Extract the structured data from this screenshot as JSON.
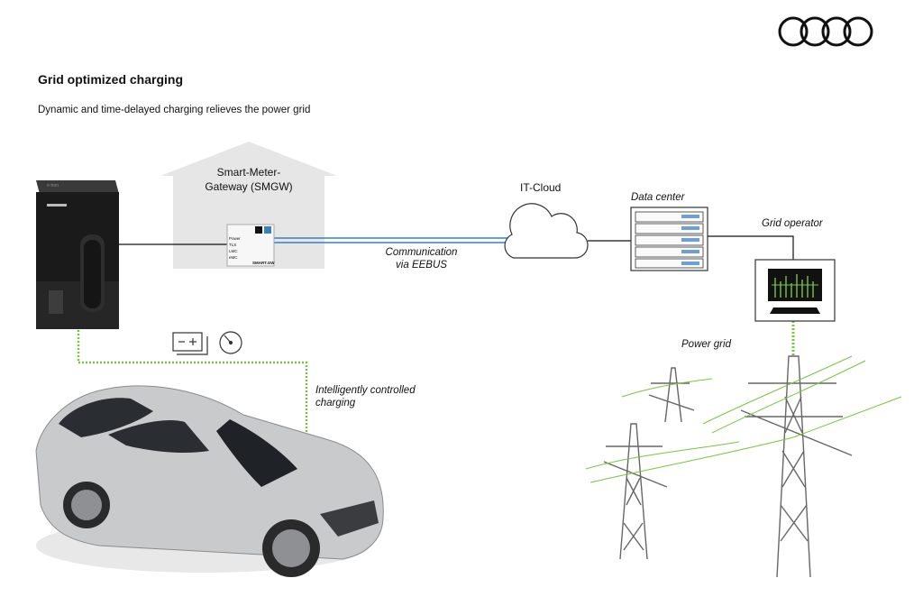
{
  "header": {
    "title": "Grid optimized charging",
    "subtitle": "Dynamic and time-delayed charging relieves the power grid"
  },
  "logo": {
    "name": "audi-rings-logo"
  },
  "house": {
    "label_line1": "Smart-Meter-",
    "label_line2": "Gateway (SMGW)"
  },
  "gateway_device": {
    "rows": [
      "Power",
      "TLS",
      "LMC",
      "eMC"
    ],
    "brand": "SMART.GW"
  },
  "wallbox": {
    "brand": "e-tron"
  },
  "communication": {
    "line1": "Communication",
    "line2": "via EEBUS"
  },
  "cloud": {
    "label": "IT-Cloud"
  },
  "datacenter": {
    "label": "Data center"
  },
  "grid_operator": {
    "label": "Grid operator"
  },
  "power_grid": {
    "label": "Power grid"
  },
  "charging": {
    "line1": "Intelligently controlled",
    "line2": "charging"
  },
  "colors": {
    "green_dotted": "#7cc242",
    "blue_line": "#3a7fc1",
    "house_gray": "#e6e6e6",
    "wallbox_black": "#1a1a1a",
    "car_silver": "#c9cacc"
  }
}
